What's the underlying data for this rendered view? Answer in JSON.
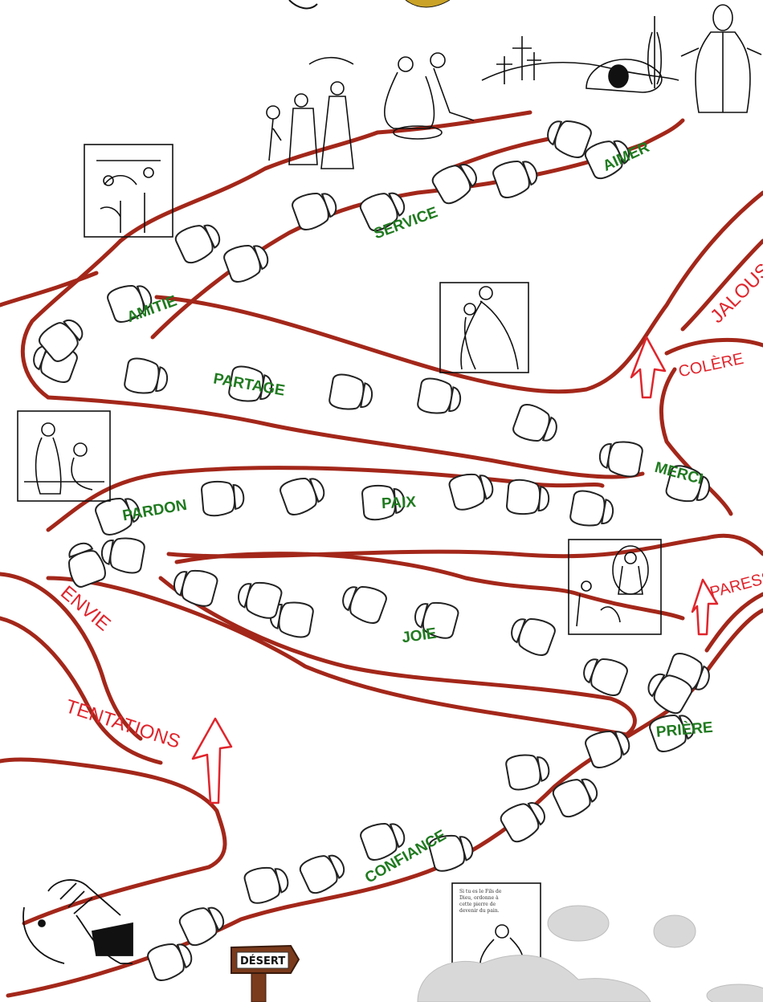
{
  "colors": {
    "road": "#a3271a",
    "virtue_text": "#1f7a1f",
    "vice_text": "#e0242b",
    "sign": "#7a3a1c",
    "footprint": "#222222"
  },
  "virtues": {
    "aimer": "AIMER",
    "service": "SERVICE",
    "amitie": "AMITIE",
    "partage": "PARTAGE",
    "merci": "MERCI",
    "pardon": "PARDON",
    "paix": "PAIX",
    "joie": "JOIE",
    "priere": "PRIÈRE",
    "confiance": "CONFIANCE"
  },
  "vices": {
    "jalousie": "JALOUSIE",
    "colere": "COLÈRE",
    "paresse": "PARESSE",
    "envie": "ENVIE",
    "tentations": "TENTATIONS"
  },
  "sign": {
    "label": "DÉSERT"
  },
  "scenes": {
    "desert_caption": [
      "Si tu es le Fils de",
      "Dieu, ordonne à",
      "cette pierre de",
      "devenir du pain."
    ]
  },
  "icons": [
    "footprint-icon",
    "arrow-icon",
    "cross-icon",
    "palm-icon",
    "tomb-icon"
  ]
}
